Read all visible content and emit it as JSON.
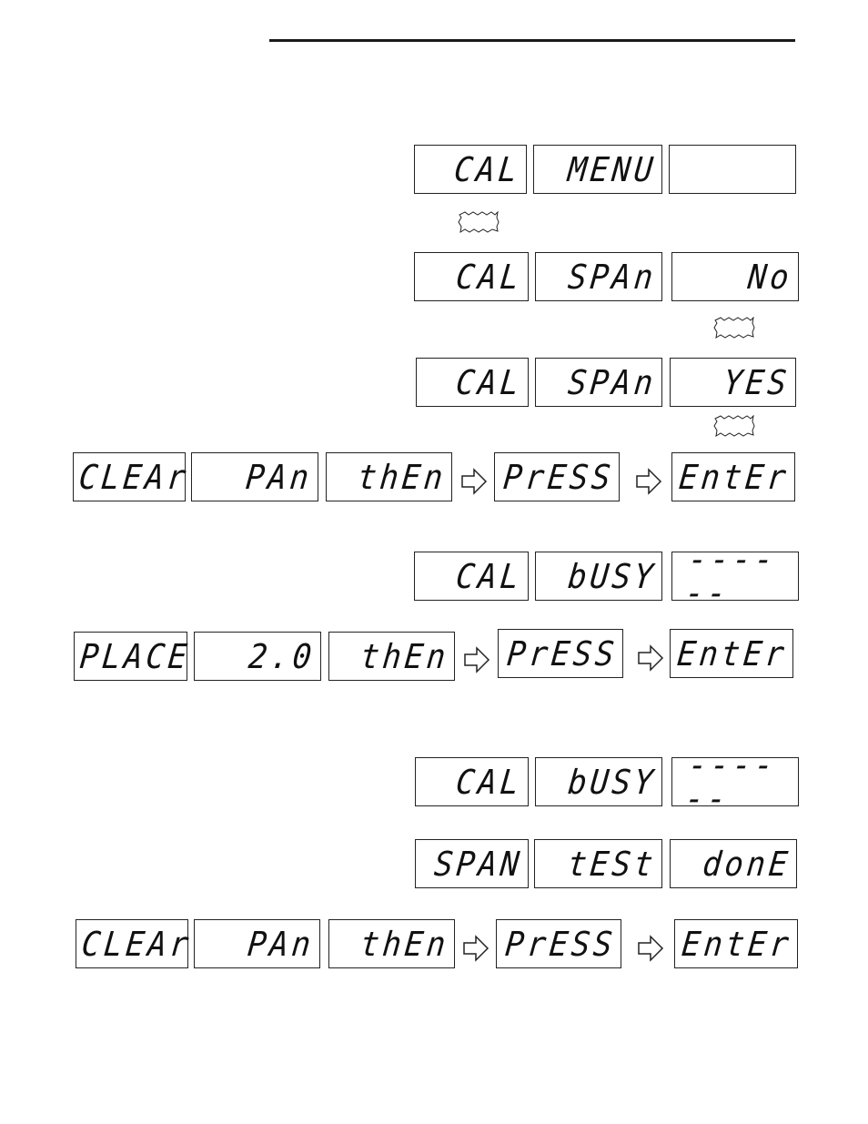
{
  "displays": [
    {
      "id": "d1",
      "text": "CAL"
    },
    {
      "id": "d2",
      "text": "MENU"
    },
    {
      "id": "d3",
      "text": ""
    },
    {
      "id": "d4",
      "text": "CAL"
    },
    {
      "id": "d5",
      "text": "SPAn"
    },
    {
      "id": "d6",
      "text": "No"
    },
    {
      "id": "d7",
      "text": "CAL"
    },
    {
      "id": "d8",
      "text": "SPAn"
    },
    {
      "id": "d9",
      "text": "YES"
    },
    {
      "id": "d10",
      "text": "CLEAr"
    },
    {
      "id": "d11",
      "text": "PAn"
    },
    {
      "id": "d12",
      "text": "thEn"
    },
    {
      "id": "d13",
      "text": "PrESS"
    },
    {
      "id": "d14",
      "text": "EntEr"
    },
    {
      "id": "d15",
      "text": "CAL"
    },
    {
      "id": "d16",
      "text": "bUSY"
    },
    {
      "id": "d17",
      "text": "------"
    },
    {
      "id": "d18",
      "text": "PLACE"
    },
    {
      "id": "d19",
      "text": "2.0"
    },
    {
      "id": "d20",
      "text": "thEn"
    },
    {
      "id": "d21",
      "text": "PrESS"
    },
    {
      "id": "d22",
      "text": "EntEr"
    },
    {
      "id": "d23",
      "text": "CAL"
    },
    {
      "id": "d24",
      "text": "bUSY"
    },
    {
      "id": "d25",
      "text": "------"
    },
    {
      "id": "d26",
      "text": "SPAN"
    },
    {
      "id": "d27",
      "text": "tESt"
    },
    {
      "id": "d28",
      "text": "donE"
    },
    {
      "id": "d29",
      "text": "CLEAr"
    },
    {
      "id": "d30",
      "text": "PAn"
    },
    {
      "id": "d31",
      "text": "thEn"
    },
    {
      "id": "d32",
      "text": "PrESS"
    },
    {
      "id": "d33",
      "text": "EntEr"
    }
  ],
  "icons": {
    "arrow": "right-arrow-outline-icon",
    "burst": "flash-burst-icon"
  },
  "colors": {
    "ink": "#111111",
    "background": "#ffffff"
  }
}
